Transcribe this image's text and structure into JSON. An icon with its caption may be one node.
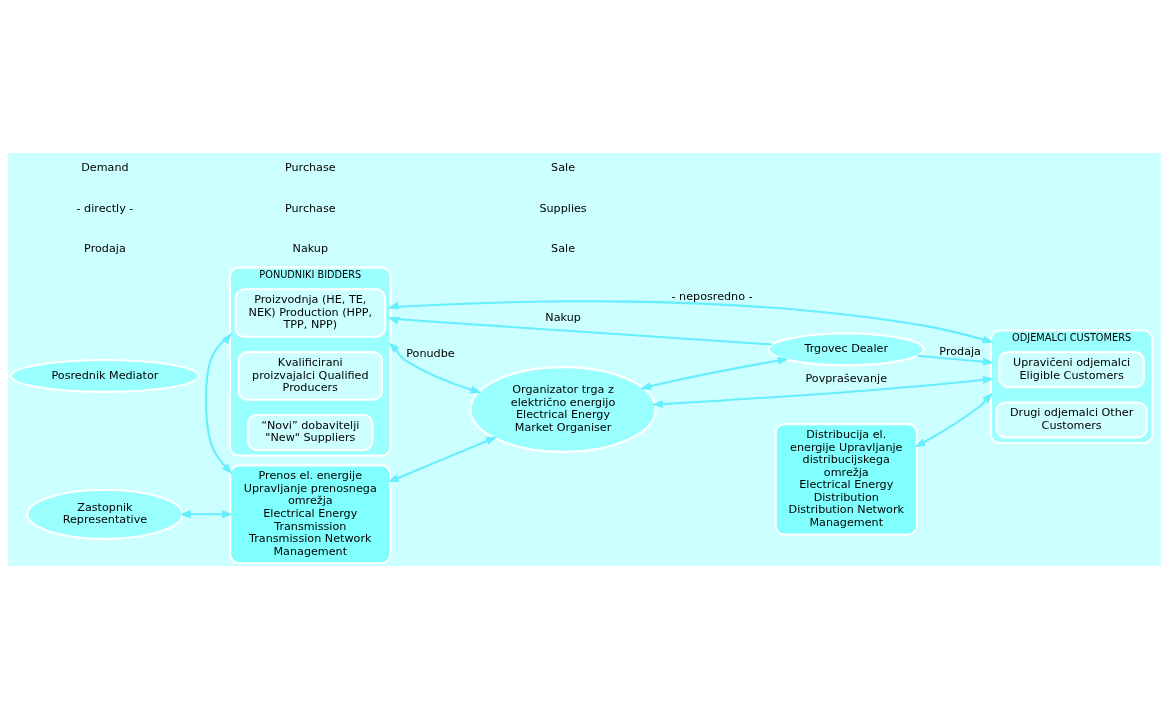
{
  "diagram": {
    "nodes": [
      {
        "text": [
          "PONUDNIKI BIDDERS"
        ]
      },
      {
        "text": [
          "Proizvodnja (HE, TE, NEK) Production (HPP, TPP, NPP)"
        ],
        "in": 0
      },
      {
        "text": [
          "Kvalificirani proizvajalci Qualified Producers"
        ],
        "in": 0
      },
      {
        "text": [
          "“Novi” dobavitelji \"New\" Suppliers"
        ],
        "in": 0
      },
      {
        "text": [
          "ODJEMALCI CUSTOMERS"
        ]
      },
      {
        "text": [
          "Upravičeni odjemalci Eligible Customers"
        ],
        "in": 4
      },
      {
        "text": [
          "Drugi odjemalci Other Customers"
        ],
        "in": 4
      },
      {
        "text": [
          "Organizator trga z električno energijo",
          "Electrical Energy Market Organiser"
        ]
      },
      {
        "text": [
          "Trgovec Dealer"
        ]
      },
      {
        "text": [
          "Zastopnik Representative"
        ]
      },
      {
        "text": [
          "Posrednik Mediator"
        ]
      },
      {
        "text": [
          "Prenos el. energije Upravljanje prenosnega omrežja",
          "Electrical Energy Transmission Transmission Network Management"
        ]
      },
      {
        "text": [
          "Distribucija el. energije Upravljanje distribucijskega omrežja",
          "Electrical Energy Distribution Distribution Network Management"
        ]
      }
    ],
    "edges": [
      {
        "from": 0,
        "to": 4,
        "arrow": "both",
        "label": "- neposredno -"
      },
      {
        "from": 0,
        "to": 7,
        "arrow": "both",
        "label": "Ponudbe"
      },
      {
        "from": 7,
        "to": 4,
        "arrow": "both",
        "label": "Povpraševanje"
      },
      {
        "from": 7,
        "to": 8,
        "arrow": "both"
      },
      {
        "from": 8,
        "to": 0,
        "arrow": "to",
        "label": "Nakup"
      },
      {
        "from": 8,
        "to": 4,
        "arrow": "to",
        "label": "Prodaja"
      },
      {
        "from": 9,
        "to": 11,
        "arrow": "both"
      },
      {
        "from": 11,
        "to": 7,
        "arrow": "both"
      },
      {
        "from": 0,
        "to": 11,
        "arrow": "both"
      },
      {
        "from": 12,
        "to": 4,
        "arrow": "both"
      }
    ],
    "labels": [
      "Prodaja",
      "Nakup",
      "Sale",
      "- directly -",
      "Purchase",
      "Supplies",
      "Demand",
      "Purchase",
      "Sale"
    ]
  }
}
